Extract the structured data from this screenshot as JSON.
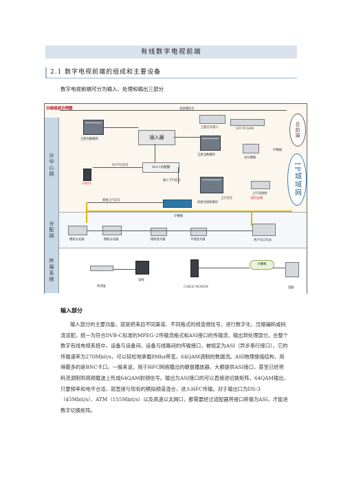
{
  "page_title": "有线数字电视前端",
  "section_heading": "2.1 数字电视前端的组成和主要设备",
  "intro_text": "数字电视前端可分为输入、处理和输出三部分",
  "diagram": {
    "header": "分级组成示例图",
    "band_labels": {
      "core": "分中心网",
      "dist": "分配网",
      "term": "终端系统"
    },
    "side_labels": {
      "head_end": "总前端",
      "ip_network": "IP城域网"
    },
    "labels": {
      "top_line": "总前端信号",
      "sat_receiver": "卫星信号接入",
      "ip_qam": "GIT IP-QAM",
      "encoder": "卫星光数模转",
      "inserter": "插入器",
      "multiplexer": "卫星光数模转",
      "router": "光分路器",
      "ds_signal": "DS下行信号",
      "ip_link": "IP数据",
      "insert_signal": "插入下行信号",
      "switch": "20入1分配器",
      "cmts": "CMTS",
      "optical_tx": "机柜光接收模块",
      "edfa": "上行光接收",
      "return_signal": "频道上行信号",
      "return_label": "上行信号",
      "red_note": "反向分离",
      "ip_data": "IP数据",
      "splitter1": "楼栋分支器",
      "splitter2": "楼栋分支器",
      "amp1": "楼栋放大器",
      "amp2": "干线放大器",
      "node": "用户光工作站",
      "stb": "机顶盒",
      "tv": "电视",
      "cable_modem": "CABLE MODEM",
      "pc": "电脑",
      "cloud": "计算机"
    }
  },
  "input_heading": "输入部分",
  "body_paragraph": "输入部分的主要功能，就是把来自不同渠道、不同格式的视音频信号，进行数字化、压缩编码或码流适配，统一为符合DVB-C标准的MPEG-2传输流格式和ASI接口的传输流，输出到处理部分。在整个数字有线电视系统中，设备与设备间，设备与线路间的传输接口，被规定为ASI（异步串行接口），它的传输速率为270Mbit/s，可以轻松地承载8Mhz带宽，64QAM调制的数据流。ASI物理接插结构，用得最多的是BNC卡口。一般来说，用于HFC网络播出的硬盘播放器，大都提供ASI接口，甚至已经将码流调制到高频载波上形成64QAM射频信号。输出为ASI接口的可以直接进切换矩阵，64QAM输出，只要频率和电平合适，就直接与现有的模拟频道混合，进入HFC传输。对于输出口为DS-3（45Mbit/s）、ATM（155Mbit/s）以及高速以太网口，都需要经过适配器将接口转换为ASI，才能进数字切换矩阵。"
}
